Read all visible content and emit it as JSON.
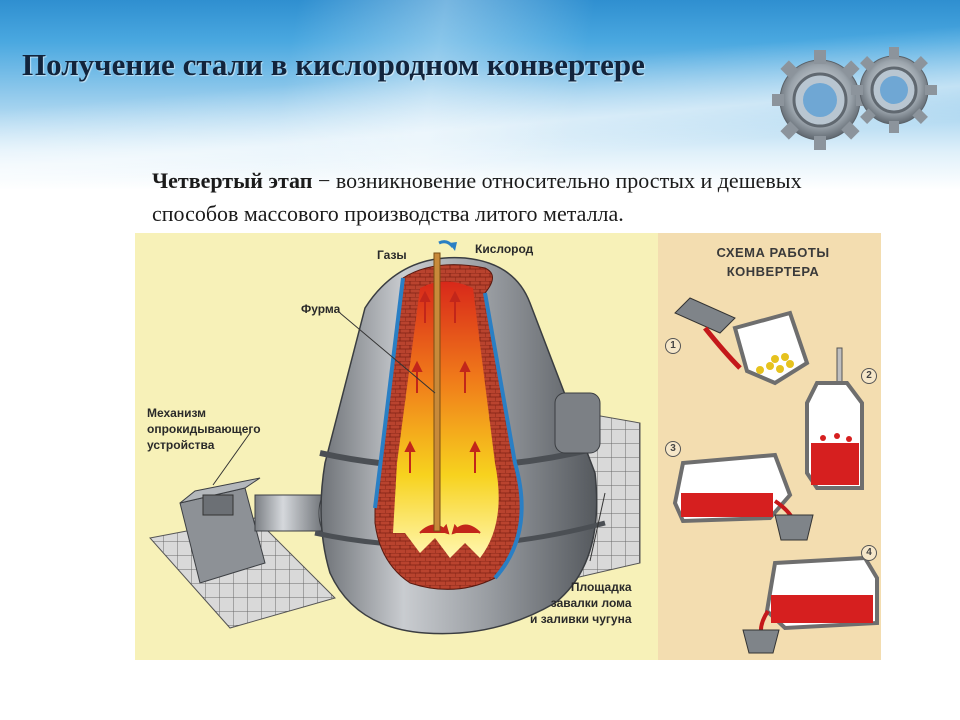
{
  "slide": {
    "title": "Получение стали в кислородном конвертере"
  },
  "intro": {
    "lead": "Четвертый этап",
    "dash": " − ",
    "text": "возникновение относительно простых и дешевых способов массового производства литого металла."
  },
  "diagram": {
    "labels": {
      "gases": "Газы",
      "oxygen": "Кислород",
      "lance": "Фурма",
      "mechanism_l1": "Механизм",
      "mechanism_l2": "опрокидывающего",
      "mechanism_l3": "устройства",
      "platform_l1": "Площадка",
      "platform_l2": "завалки лома",
      "platform_l3": "и заливки чугуна"
    },
    "scheme": {
      "title_l1": "СХЕМА РАБОТЫ",
      "title_l2": "КОНВЕРТЕРА",
      "steps": [
        "1",
        "2",
        "3",
        "4"
      ]
    },
    "colors": {
      "panel_left": "#f7f1b8",
      "panel_right": "#f3ddb0",
      "steel_gray": "#8a8d92",
      "brick": "#b23a2a",
      "molten": "#d61f1f",
      "lining_blue": "#2a7fc4"
    }
  }
}
